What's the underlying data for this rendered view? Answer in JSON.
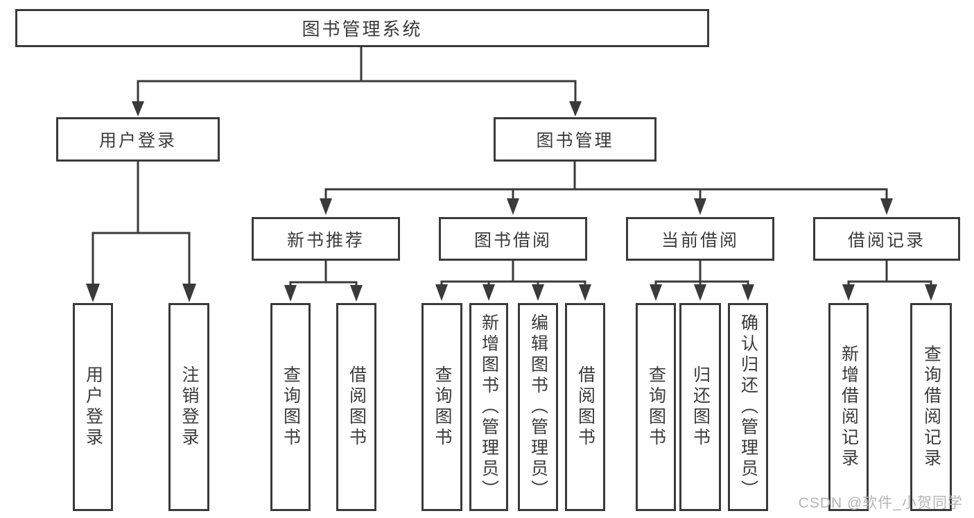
{
  "diagram": {
    "root": {
      "label": "图书管理系统"
    },
    "branches": [
      {
        "label": "用户登录",
        "children": [
          {
            "label": "用户登录"
          },
          {
            "label": "注销登录"
          }
        ]
      },
      {
        "label": "图书管理",
        "children": [
          {
            "label": "新书推荐",
            "children": [
              {
                "label": "查询图书"
              },
              {
                "label": "借阅图书"
              }
            ]
          },
          {
            "label": "图书借阅",
            "children": [
              {
                "label": "查询图书"
              },
              {
                "label": "新增图书（管理员）"
              },
              {
                "label": "编辑图书（管理员）"
              },
              {
                "label": "借阅图书"
              }
            ]
          },
          {
            "label": "当前借阅",
            "children": [
              {
                "label": "查询图书"
              },
              {
                "label": "归还图书"
              },
              {
                "label": "确认归还（管理员）"
              }
            ]
          },
          {
            "label": "借阅记录",
            "children": [
              {
                "label": "新增借阅记录"
              },
              {
                "label": "查询借阅记录"
              }
            ]
          }
        ]
      }
    ]
  },
  "watermark": {
    "text": "CSDN @软件_小贺同学"
  },
  "colors": {
    "line": "#3a3a3a",
    "text": "#3b3b3b",
    "watermark": "#b5b5b5",
    "background": "#ffffff"
  }
}
